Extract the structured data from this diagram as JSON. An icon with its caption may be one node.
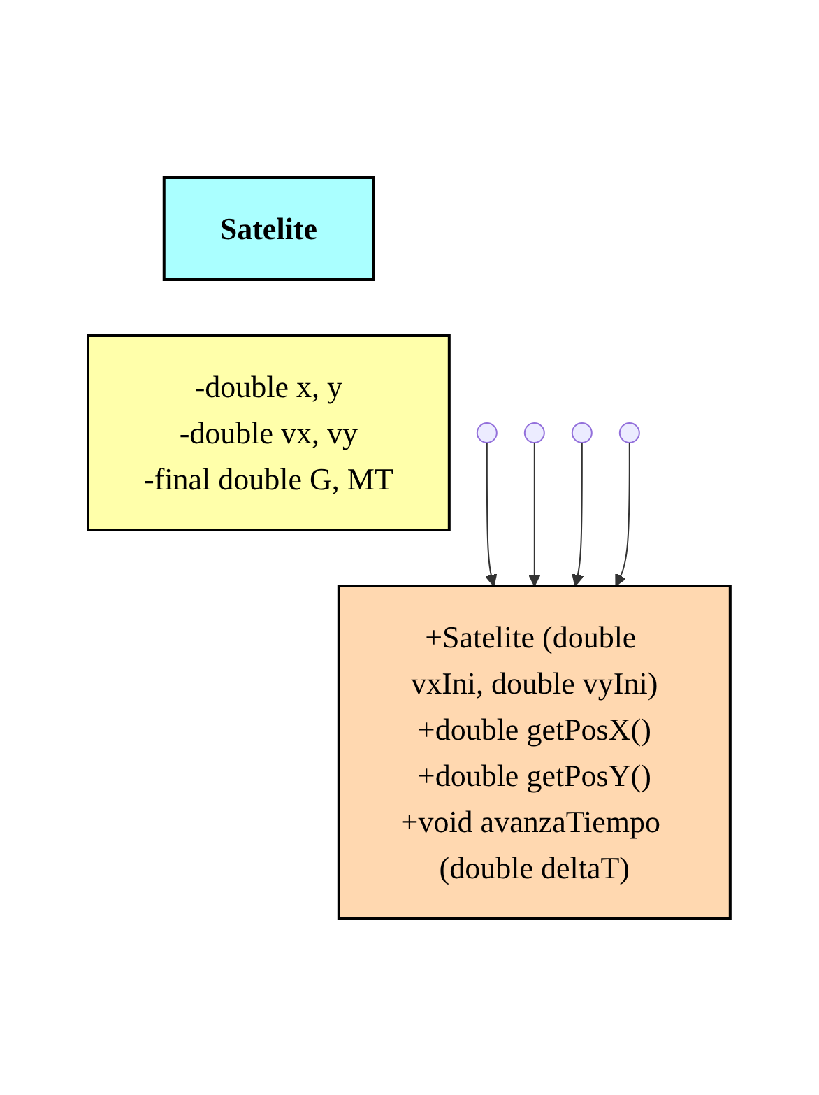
{
  "diagram": {
    "nodes": [
      {
        "text": [
          "Satelite"
        ]
      },
      {
        "text": [
          "-double x, y",
          "-double vx, vy",
          "-final double G, MT"
        ]
      },
      {
        "text": [
          "+Satelite (double vxIni, double vyIni)",
          "+double getPosX()",
          "+double getPosY()",
          "+void avanzaTiempo (double deltaT)"
        ]
      }
    ],
    "edges": [
      {
        "from": null,
        "to": 2,
        "arrow": "to"
      },
      {
        "from": null,
        "to": 2,
        "arrow": "to"
      },
      {
        "from": null,
        "to": 2,
        "arrow": "to"
      },
      {
        "from": null,
        "to": 2,
        "arrow": "to"
      }
    ]
  }
}
